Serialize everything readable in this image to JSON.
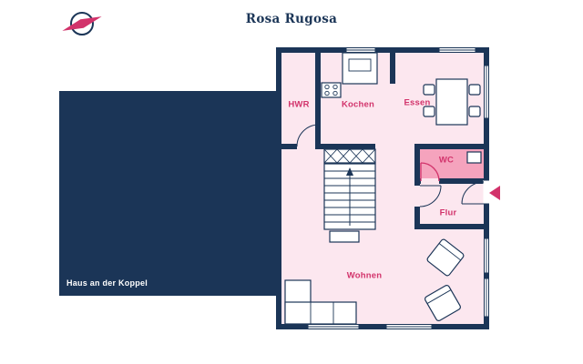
{
  "title": "Rosa Rugosa",
  "site_label": "Haus an der Koppel",
  "rooms": {
    "hwr": "HWR",
    "kochen": "Kochen",
    "essen": "Essen",
    "wc": "WC",
    "flur": "Flur",
    "wohnen": "Wohnen"
  },
  "icons": {
    "compass": "compass-icon",
    "entrance_arrow": "entrance-arrow-icon"
  },
  "colors": {
    "navy": "#1b3557",
    "accent": "#d2336b",
    "room_fill": "#fce7ef",
    "wc_fill": "#f5a3bd",
    "paper": "#ffffff"
  }
}
